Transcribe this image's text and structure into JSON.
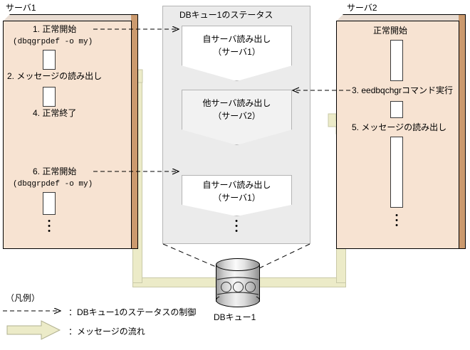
{
  "diagram": {
    "type": "sequence-flow-diagram",
    "servers": [
      {
        "id": "server1",
        "title": "サーバ1",
        "steps": [
          {
            "no": "1.",
            "label": "1. 正常開始"
          },
          {
            "no": "",
            "label": "(dbqgrpdef -o my)"
          },
          {
            "no": "2.",
            "label": "2. メッセージの読み出し"
          },
          {
            "no": "4.",
            "label": "4. 正常終了"
          },
          {
            "no": "6.",
            "label": "6. 正常開始"
          },
          {
            "no": "",
            "label": "(dbqgrpdef -o my)"
          }
        ],
        "ellipsis": "⋮"
      },
      {
        "id": "server2",
        "title": "サーバ2",
        "steps": [
          {
            "no": "",
            "label": "正常開始"
          },
          {
            "no": "3.",
            "label": "3. eedbqchgrコマンド実行"
          },
          {
            "no": "5.",
            "label": "5. メッセージの読み出し"
          }
        ],
        "ellipsis": "⋮"
      }
    ],
    "status_panel": {
      "title": "DBキュー1のステータス",
      "states": [
        {
          "line1": "自サーバ読み出し",
          "line2": "（サーバ1）"
        },
        {
          "line1": "他サーバ読み出し",
          "line2": "（サーバ2）"
        },
        {
          "line1": "自サーバ読み出し",
          "line2": "（サーバ1）"
        }
      ],
      "ellipsis": "⋮"
    },
    "queue": {
      "label": "DBキュー1",
      "message_count": 3
    },
    "legend": {
      "title": "（凡例）",
      "items": [
        {
          "icon": "dashed-arrow-icon",
          "label": "：DBキュー1のステータスの制御"
        },
        {
          "icon": "block-arrow-icon",
          "label": "：メッセージの流れ"
        }
      ]
    },
    "colors": {
      "server_face": "#f7e3d2",
      "server_side": "#cb9a6e",
      "server_top": "#e8dcd2",
      "panel_bg": "#ebebeb",
      "panel_border": "#b4b4b4",
      "flow_band": "#ecebc8",
      "flow_band_border": "#c9c9a8",
      "process_box": "#ffffff",
      "line": "#000000"
    }
  }
}
